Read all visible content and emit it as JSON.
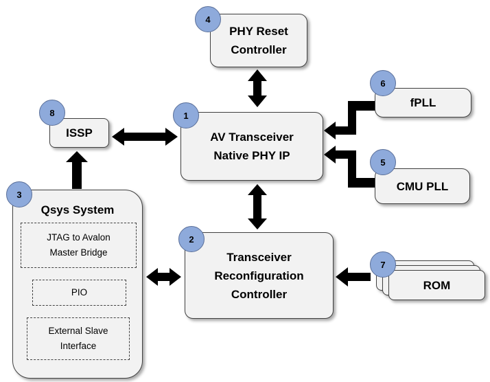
{
  "blocks": {
    "av_phy": {
      "label": [
        "AV Transceiver",
        "Native PHY IP"
      ],
      "badge": "1"
    },
    "reconfig": {
      "label": [
        "Transceiver",
        "Reconfiguration",
        "Controller"
      ],
      "badge": "2"
    },
    "qsys": {
      "label": "Qsys System",
      "badge": "3",
      "components": [
        {
          "label": [
            "JTAG to Avalon",
            "Master Bridge"
          ]
        },
        {
          "label": [
            "PIO"
          ]
        },
        {
          "label": [
            "External Slave",
            "Interface"
          ]
        }
      ]
    },
    "phy_reset": {
      "label": [
        "PHY Reset",
        "Controller"
      ],
      "badge": "4"
    },
    "cmu_pll": {
      "label": [
        "CMU PLL"
      ],
      "badge": "5"
    },
    "fpll": {
      "label": [
        "fPLL"
      ],
      "badge": "6"
    },
    "rom": {
      "label": [
        "ROM"
      ],
      "badge": "7"
    },
    "issp": {
      "label": [
        "ISSP"
      ],
      "badge": "8"
    }
  },
  "colors": {
    "box_fill": "#f2f2f2",
    "box_border": "#404040",
    "badge_fill": "#8eaadb",
    "arrow": "#000000"
  }
}
